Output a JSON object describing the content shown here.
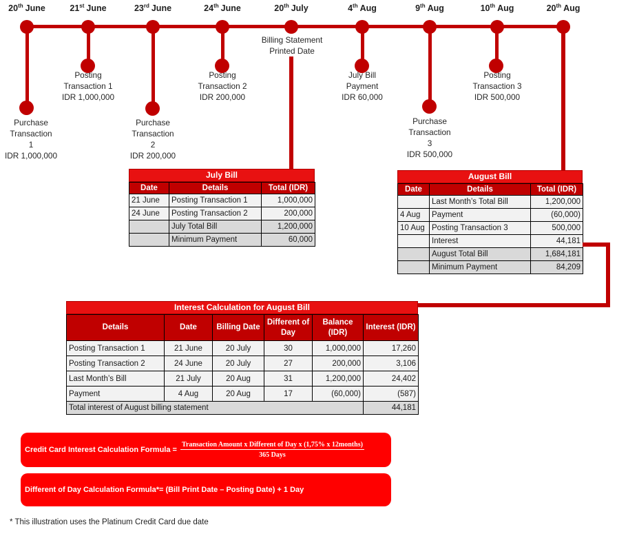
{
  "colors": {
    "timeline_red": "#C00000",
    "table_title_red": "#E81111",
    "table_header_red": "#C00000",
    "formula_red": "#FF0000",
    "row_light": "#F2F2F2",
    "row_gray": "#D9D9D9"
  },
  "timeline": {
    "events": [
      {
        "day": "20",
        "suffix": "th",
        "month": "June",
        "label_lines": [
          "Purchase",
          "Transaction",
          "1",
          "IDR 1,000,000"
        ]
      },
      {
        "day": "21",
        "suffix": "st",
        "month": "June",
        "label_lines": [
          "Posting",
          "Transaction 1",
          "IDR 1,000,000"
        ]
      },
      {
        "day": "23",
        "suffix": "rd",
        "month": "June",
        "label_lines": [
          "Purchase",
          "Transaction",
          "2",
          "IDR 200,000"
        ]
      },
      {
        "day": "24",
        "suffix": "th",
        "month": "June",
        "label_lines": [
          "Posting",
          "Transaction 2",
          "IDR 200,000"
        ]
      },
      {
        "day": "20",
        "suffix": "th",
        "month": "July",
        "label_lines": [
          "Billing Statement",
          "Printed Date"
        ]
      },
      {
        "day": "4",
        "suffix": "th",
        "month": "Aug",
        "label_lines": [
          "July Bill",
          "Payment",
          "IDR 60,000"
        ]
      },
      {
        "day": "9",
        "suffix": "th",
        "month": "Aug",
        "label_lines": [
          "Purchase",
          "Transaction",
          "3",
          "IDR 500,000"
        ]
      },
      {
        "day": "10",
        "suffix": "th",
        "month": "Aug",
        "label_lines": [
          "Posting",
          "Transaction 3",
          "IDR 500,000"
        ]
      },
      {
        "day": "20",
        "suffix": "th",
        "month": "Aug",
        "label_lines": []
      }
    ]
  },
  "july_bill": {
    "title": "July Bill",
    "headers": [
      "Date",
      "Details",
      "Total (IDR)"
    ],
    "rows": [
      {
        "date": "21 June",
        "details": "Posting Transaction 1",
        "total": "1,000,000"
      },
      {
        "date": "24 June",
        "details": "Posting Transaction 2",
        "total": "200,000"
      },
      {
        "date": "",
        "details": "July Total Bill",
        "total": "1,200,000"
      },
      {
        "date": "",
        "details": "Minimum Payment",
        "total": "60,000"
      }
    ]
  },
  "august_bill": {
    "title": "August Bill",
    "headers": [
      "Date",
      "Details",
      "Total (IDR)"
    ],
    "rows": [
      {
        "date": "",
        "details": "Last Month’s Total Bill",
        "total": "1,200,000"
      },
      {
        "date": "4 Aug",
        "details": "Payment",
        "total": "(60,000)"
      },
      {
        "date": "10 Aug",
        "details": "Posting Transaction 3",
        "total": "500,000"
      },
      {
        "date": "",
        "details": "Interest",
        "total": "44,181"
      },
      {
        "date": "",
        "details": "August Total Bill",
        "total": "1,684,181"
      },
      {
        "date": "",
        "details": "Minimum Payment",
        "total": "84,209"
      }
    ]
  },
  "interest_table": {
    "title": "Interest Calculation for August Bill",
    "headers": [
      "Details",
      "Date",
      "Billing Date",
      "Different of Day",
      "Balance (IDR)",
      "Interest (IDR)"
    ],
    "rows": [
      {
        "details": "Posting Transaction 1",
        "date": "21 June",
        "billing_date": "20 July",
        "diff": "30",
        "balance": "1,000,000",
        "interest": "17,260"
      },
      {
        "details": "Posting Transaction 2",
        "date": "24 June",
        "billing_date": "20 July",
        "diff": "27",
        "balance": "200,000",
        "interest": "3,106"
      },
      {
        "details": "Last Month’s Bill",
        "date": "21 July",
        "billing_date": "20 Aug",
        "diff": "31",
        "balance": "1,200,000",
        "interest": "24,402"
      },
      {
        "details": "Payment",
        "date": "4 Aug",
        "billing_date": "20 Aug",
        "diff": "17",
        "balance": "(60,000)",
        "interest": "(587)"
      }
    ],
    "total_label": "Total interest of August billing statement",
    "total_value": "44,181"
  },
  "formulas": {
    "interest_label": "Credit Card Interest Calculation Formula =",
    "interest_numerator": "Transaction Amount x Different of Day x (1,75% x 12months)",
    "interest_denominator": "365 Days",
    "day_formula": "Different of Day Calculation Formula*= (Bill Print Date – Posting Date) + 1 Day"
  },
  "footnote": "* This illustration uses the Platinum Credit Card due date"
}
